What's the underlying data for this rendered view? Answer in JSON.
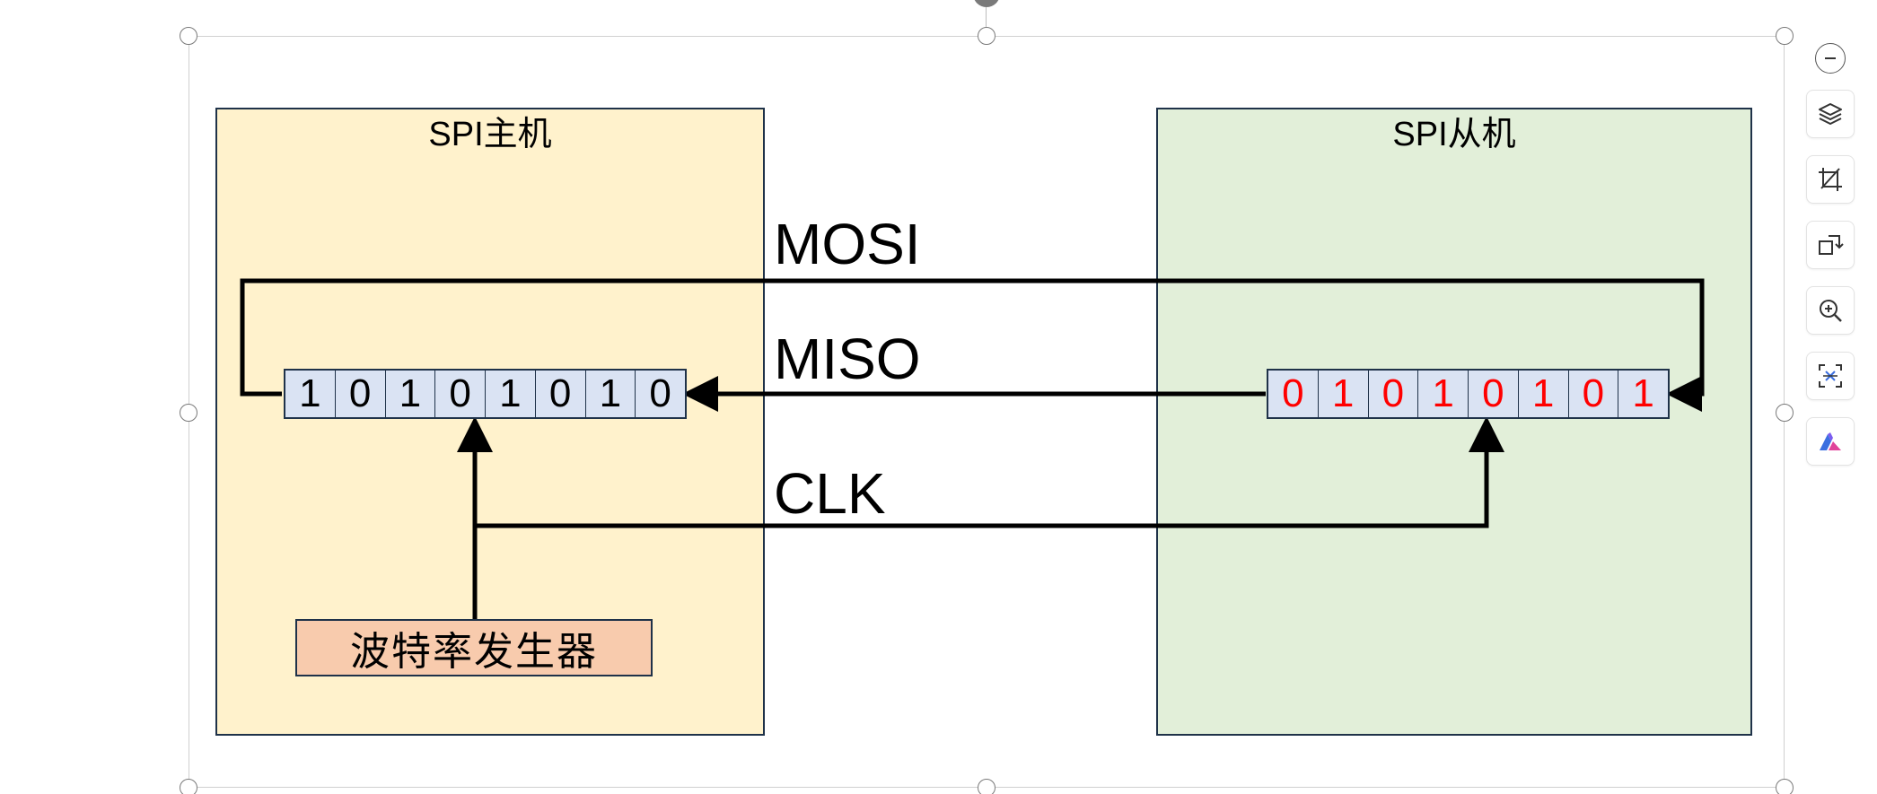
{
  "diagram": {
    "master": {
      "title": "SPI主机",
      "register_bits": [
        "1",
        "0",
        "1",
        "0",
        "1",
        "0",
        "1",
        "0"
      ],
      "baud_generator_label": "波特率发生器",
      "fill_color": "#fff2cc"
    },
    "slave": {
      "title": "SPI从机",
      "register_bits": [
        "0",
        "1",
        "0",
        "1",
        "0",
        "1",
        "0",
        "1"
      ],
      "fill_color": "#e2efd9",
      "bit_color": "#ff0000"
    },
    "signals": {
      "mosi": "MOSI",
      "miso": "MISO",
      "clk": "CLK"
    }
  },
  "toolbar": {
    "items": [
      {
        "icon": "zoom-out-icon"
      },
      {
        "icon": "layers-icon"
      },
      {
        "icon": "crop-icon"
      },
      {
        "icon": "replace-image-icon"
      },
      {
        "icon": "zoom-in-icon"
      },
      {
        "icon": "extract-text-icon"
      },
      {
        "icon": "ai-assistant-icon"
      }
    ]
  }
}
